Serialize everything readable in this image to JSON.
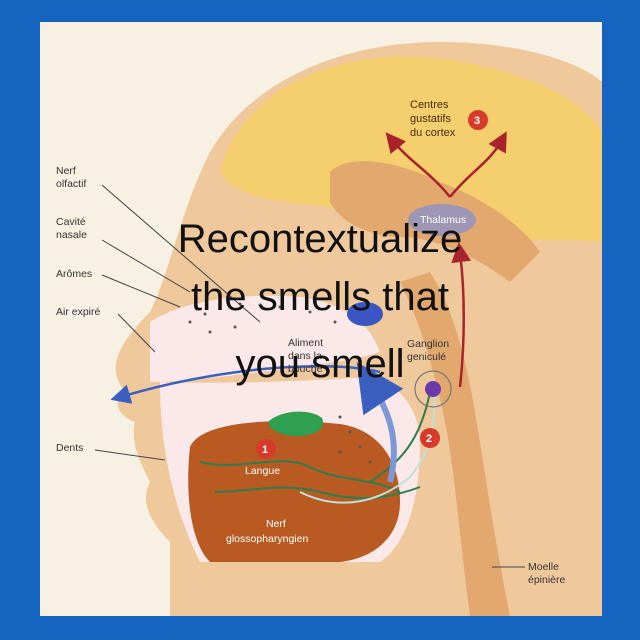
{
  "labels": {
    "nerf_olfactif": [
      "Nerf",
      "olfactif"
    ],
    "cavite_nasale": [
      "Cavité",
      "nasale"
    ],
    "aromes": "Arômes",
    "air_expire": "Air expiré",
    "dents": "Dents",
    "centres_gustatifs": [
      "Centres",
      "gustatifs",
      "du cortex"
    ],
    "thalamus": "Thalamus",
    "aliment": [
      "Aliment",
      "dans la",
      "bouche"
    ],
    "ganglion": [
      "Ganglion",
      "geniculé"
    ],
    "langue": "Langue",
    "nerf_glosso": [
      "Nerf",
      "glossopharyngien"
    ],
    "moelle": [
      "Moelle",
      "épinière"
    ]
  },
  "badges": {
    "one": "1",
    "two": "2",
    "three": "3"
  },
  "overlay": {
    "line1": "Recontextualize",
    "line2": "the smells that",
    "line3": "you smell"
  },
  "colors": {
    "frame": "#1565c0",
    "brain": "#f5cf6e",
    "skin": "#efc89c",
    "tongue": "#b85a22",
    "red_badge": "#d63a2a",
    "arrow_red": "#a8232b",
    "arrow_blue": "#3b5fbf",
    "nerve_green": "#2e7d4f"
  }
}
